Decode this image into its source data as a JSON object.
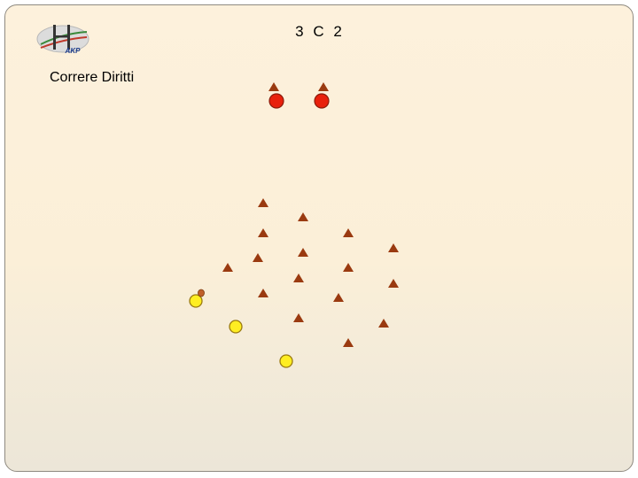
{
  "slide": {
    "title": "3 C 2",
    "subtitle": "Correre Diritti",
    "logo": {
      "text": "AKP",
      "colors": {
        "ring": "#c9c9c9",
        "post": "#333333",
        "text": "#1a3a8a",
        "accent_green": "#3a8a3a",
        "accent_red": "#c0392b"
      }
    }
  },
  "diagram": {
    "legend_icons": {
      "cone": "triangle-cone-icon",
      "defender": "red-disc-icon",
      "attacker": "yellow-disc-icon",
      "ball": "ball-icon"
    },
    "colors": {
      "cone": "#9a3a10",
      "defender": "#e8200c",
      "defender_stroke": "#8a1a0a",
      "attacker": "#ffee22",
      "attacker_stroke": "#9a7a10",
      "ball": "#c0602a"
    }
  }
}
